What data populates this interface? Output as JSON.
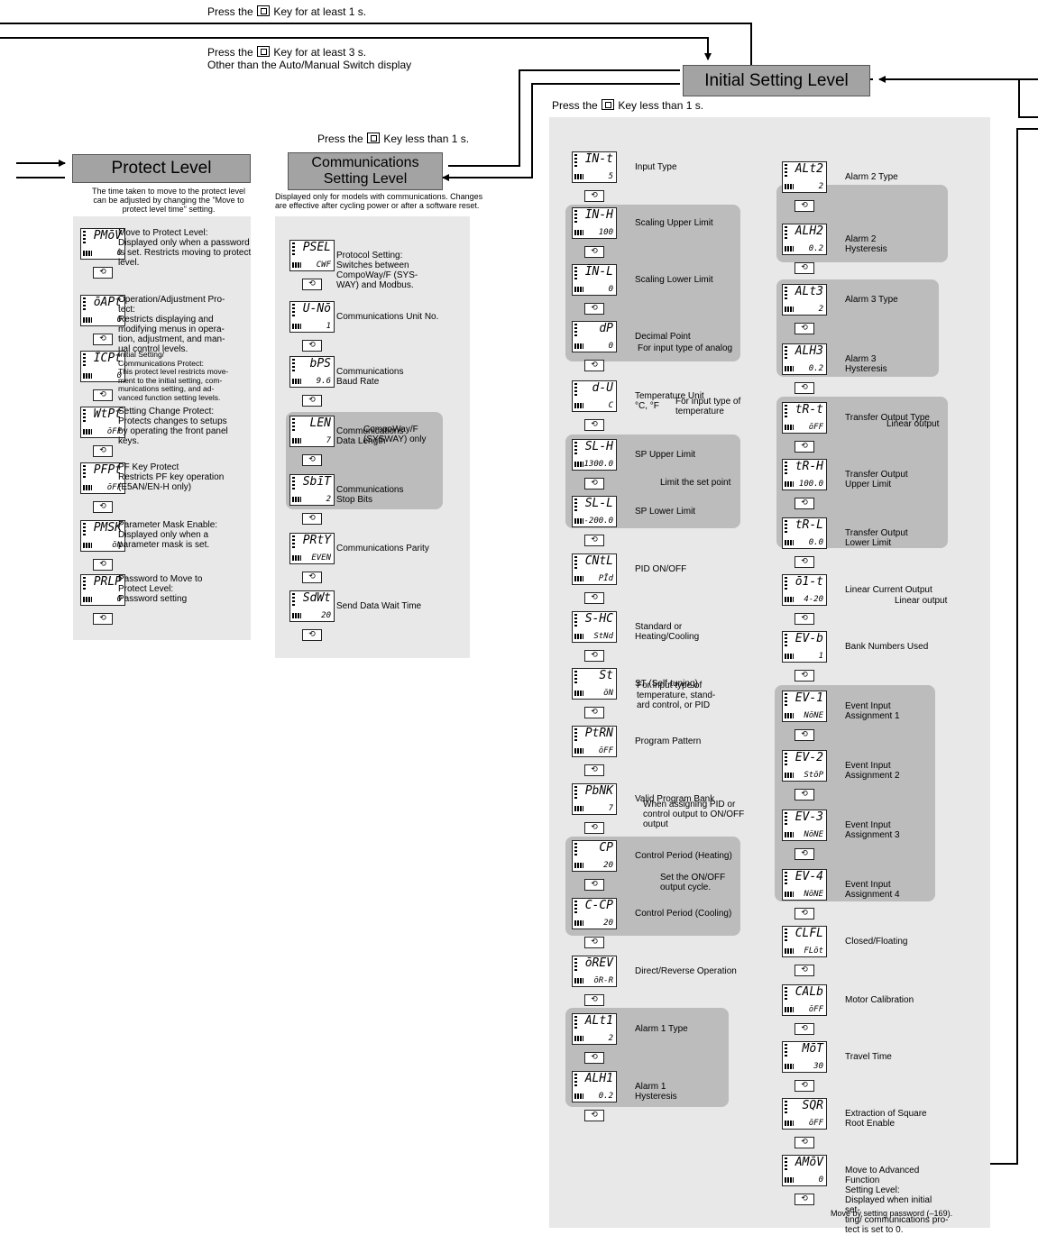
{
  "top_notes": {
    "press_1s": [
      "Press the ",
      " Key for at least 1 s."
    ],
    "press_3s": [
      "Press the ",
      " Key for at least 3 s."
    ],
    "other_than": "Other than the Auto/Manual Switch display",
    "press_less_init": [
      "Press the ",
      " Key less than 1 s."
    ],
    "press_less_comm": [
      "Press the ",
      " Key less than 1 s."
    ]
  },
  "levels": {
    "initial": "Initial Setting Level",
    "protect": "Protect Level",
    "comm": "Communications\nSetting Level"
  },
  "protect": {
    "note": "The time taken to move to the protect level\ncan be adjusted by changing the \"Move to\nprotect level time\" setting.",
    "items": [
      {
        "code": "PMōV",
        "value": "0",
        "desc": "Move to Protect Level:\nDisplayed only when a password\nis set. Restricts moving to protect\nlevel."
      },
      {
        "code": "ōAPt",
        "value": "0",
        "desc": "Operation/Adjustment Pro-\ntect:\nRestricts displaying and\nmodifying menus in opera-\ntion, adjustment, and man-\nual control levels."
      },
      {
        "code": "ĪCPt",
        "value": "0",
        "desc": "Initial Setting/\nCommunications Protect:\nThis protect level restricts move-\nment to the initial setting, com-\nmunications setting, and ad-\nvanced function setting levels."
      },
      {
        "code": "WtPt",
        "value": "ōFF",
        "desc": "Setting Change Protect:\nProtects changes to setups\nby operating the front panel\nkeys."
      },
      {
        "code": "PFPt",
        "value": "ōFF",
        "desc": "PF Key Protect\nRestricts PF key operation\n(E5AN/EN-H only)"
      },
      {
        "code": "PMSK",
        "value": "ōN",
        "desc": "Parameter Mask Enable:\nDisplayed only when a\nparameter mask is set."
      },
      {
        "code": "PRLP",
        "value": "0",
        "desc": "Password to Move to\nProtect Level:\nPassword setting"
      }
    ]
  },
  "comm": {
    "note": "Displayed only for models with communications. Changes\nare effective after cycling power or after a software reset.",
    "items": [
      {
        "code": "PSEL",
        "value": "CWF",
        "desc": "Protocol Setting:\nSwitches between\nCompoWay/F (SYS-\nWAY) and Modbus."
      },
      {
        "code": "U-Nō",
        "value": "1",
        "desc": "Communications Unit No."
      },
      {
        "code": "bPS",
        "value": "9.6",
        "desc": "Communications\nBaud Rate"
      },
      {
        "code": "LEN",
        "value": "7",
        "desc": "Communications\nData Length"
      },
      {
        "code": "SbīT",
        "value": "2",
        "desc": "Communications\nStop Bits"
      },
      {
        "code": "PRtY",
        "value": "EVEN",
        "desc": "Communications Parity"
      },
      {
        "code": "SdWt",
        "value": "20",
        "desc": "Send Data Wait Time"
      }
    ],
    "group_note": "CompoWay/F\n(SYSWAY) only"
  },
  "initial_col1": [
    {
      "code": "ĪN-t",
      "value": "5",
      "desc": "Input Type"
    },
    {
      "code": "ĪN-H",
      "value": "100",
      "desc": "Scaling Upper Limit"
    },
    {
      "code": "ĪN-L",
      "value": "0",
      "desc": "Scaling Lower Limit"
    },
    {
      "code": "dP",
      "value": "0",
      "desc": "Decimal Point"
    },
    {
      "code": "d-U",
      "value": "C",
      "desc": "Temperature Unit\n°C, °F"
    },
    {
      "code": "SL-H",
      "value": "1300.0",
      "desc": "SP Upper Limit"
    },
    {
      "code": "SL-L",
      "value": "-200.0",
      "desc": "SP Lower Limit"
    },
    {
      "code": "CNtL",
      "value": "PĪd",
      "desc": "PID ON/OFF"
    },
    {
      "code": "S-HC",
      "value": "StNd",
      "desc": "Standard or\nHeating/Cooling"
    },
    {
      "code": "St",
      "value": "ōN",
      "desc": "ST (Self-tuning)"
    },
    {
      "code": "PtRN",
      "value": "ōFF",
      "desc": "Program Pattern"
    },
    {
      "code": "PbNK",
      "value": "7",
      "desc": "Valid Program Bank"
    },
    {
      "code": "CP",
      "value": "20",
      "desc": "Control Period (Heating)"
    },
    {
      "code": "C-CP",
      "value": "20",
      "desc": "Control Period (Cooling)"
    },
    {
      "code": "ōREV",
      "value": "ōR-R",
      "desc": "Direct/Reverse Operation"
    },
    {
      "code": "ALt1",
      "value": "2",
      "desc": "Alarm 1 Type"
    },
    {
      "code": "ALH1",
      "value": "0.2",
      "desc": "Alarm 1\nHysteresis"
    }
  ],
  "initial_col2": [
    {
      "code": "ALt2",
      "value": "2",
      "desc": "Alarm 2 Type"
    },
    {
      "code": "ALH2",
      "value": "0.2",
      "desc": "Alarm 2\nHysteresis"
    },
    {
      "code": "ALt3",
      "value": "2",
      "desc": "Alarm 3 Type"
    },
    {
      "code": "ALH3",
      "value": "0.2",
      "desc": "Alarm 3\nHysteresis"
    },
    {
      "code": "tR-t",
      "value": "ōFF",
      "desc": "Transfer Output Type"
    },
    {
      "code": "tR-H",
      "value": "100.0",
      "desc": "Transfer Output\nUpper Limit"
    },
    {
      "code": "tR-L",
      "value": "0.0",
      "desc": "Transfer Output\nLower Limit"
    },
    {
      "code": "ō1-t",
      "value": "4-20",
      "desc": "Linear Current Output"
    },
    {
      "code": "EV-b",
      "value": "1",
      "desc": "Bank Numbers Used"
    },
    {
      "code": "EV-1",
      "value": "NōNE",
      "desc": "Event Input\nAssignment 1"
    },
    {
      "code": "EV-2",
      "value": "StōP",
      "desc": "Event Input\nAssignment 2"
    },
    {
      "code": "EV-3",
      "value": "NōNE",
      "desc": "Event Input\nAssignment 3"
    },
    {
      "code": "EV-4",
      "value": "NōNE",
      "desc": "Event Input\nAssignment 4"
    },
    {
      "code": "CLFL",
      "value": "FLōt",
      "desc": "Closed/Floating"
    },
    {
      "code": "CALb",
      "value": "ōFF",
      "desc": "Motor Calibration"
    },
    {
      "code": "MōT",
      "value": "30",
      "desc": "Travel Time"
    },
    {
      "code": "SQR",
      "value": "ōFF",
      "desc": "Extraction of Square\nRoot Enable"
    },
    {
      "code": "AMōV",
      "value": "0",
      "desc": "Move to Advanced Function\nSetting Level:\nDisplayed when initial set-\nting/ communications pro-\ntect is set to 0."
    }
  ],
  "side_notes": {
    "analog": "For input type of analog",
    "temperature": "For input type of\ntemperature",
    "limit_sp": "Limit the set point",
    "st_note": "For input type of\ntemperature, stand-\nard control, or PID",
    "pid_note": "When assigning PID or\ncontrol output to ON/OFF\noutput",
    "onoff_cycle": "Set the ON/OFF\noutput cycle.",
    "linear1": "Linear output",
    "linear2": "Linear output",
    "password": "Move by setting password (–169)."
  },
  "key_glyph": "⟲"
}
